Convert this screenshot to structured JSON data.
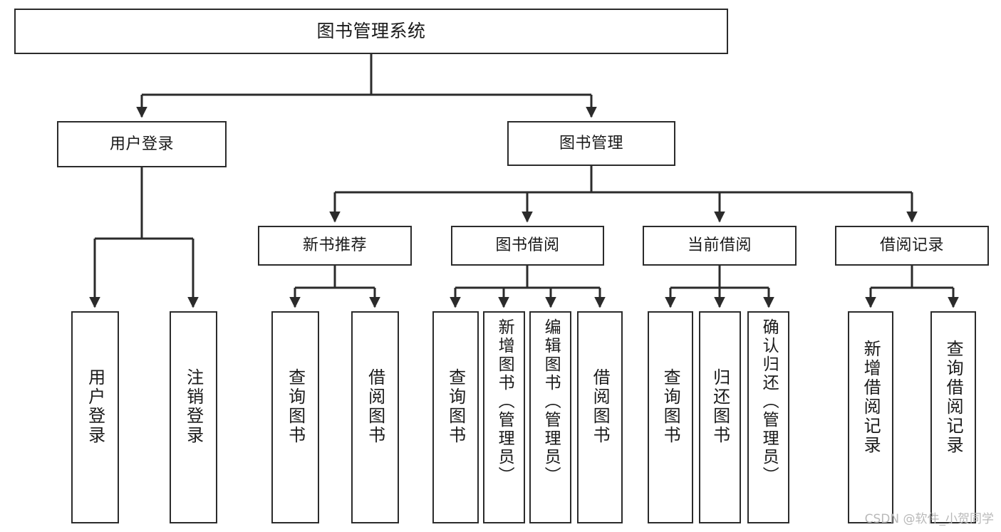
{
  "diagram": {
    "title": "图书管理系统",
    "type": "tree-hierarchy-chart",
    "stroke_color": "#2b2b2b",
    "text_color": "#1a1a1a",
    "background_color": "#ffffff"
  },
  "root": {
    "label": "图书管理系统"
  },
  "level2": [
    {
      "label": "用户登录"
    },
    {
      "label": "图书管理"
    }
  ],
  "level3": [
    {
      "label": "新书推荐"
    },
    {
      "label": "图书借阅"
    },
    {
      "label": "当前借阅"
    },
    {
      "label": "借阅记录"
    }
  ],
  "leaves": {
    "user_login": [
      {
        "label": "用户登录"
      },
      {
        "label": "注销登录"
      }
    ],
    "new_book_recommend": [
      {
        "label": "查询图书"
      },
      {
        "label": "借阅图书"
      }
    ],
    "book_borrow": [
      {
        "label": "查询图书"
      },
      {
        "label": "新增图书（管理员）"
      },
      {
        "label": "编辑图书（管理员）"
      },
      {
        "label": "借阅图书"
      }
    ],
    "current_borrow": [
      {
        "label": "查询图书"
      },
      {
        "label": "归还图书"
      },
      {
        "label": "确认归还（管理员）"
      }
    ],
    "borrow_record": [
      {
        "label": "新增借阅记录"
      },
      {
        "label": "查询借阅记录"
      }
    ]
  },
  "watermark": {
    "text": "CSDN @软件_小贺同学"
  }
}
